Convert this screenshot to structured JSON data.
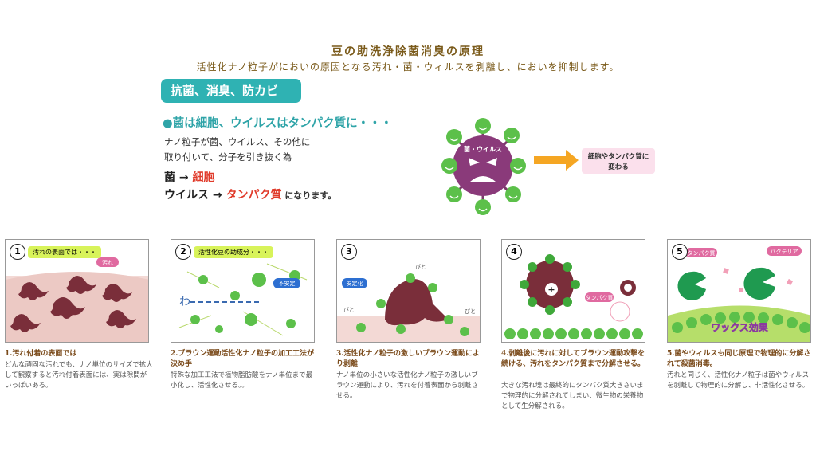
{
  "header": {
    "title": "豆の助洗浄除菌消臭の原理",
    "subtitle": "活性化ナノ粒子がにおいの原因となる汚れ・菌・ウィルスを剥離し、においを抑制します。"
  },
  "intro": {
    "tag": "抗菌、消臭、防カビ",
    "headline": "●菌は細胞、ウイルスはタンパク質に・・・",
    "desc_line1": "ナノ粒子が菌、ウイルス、その他に",
    "desc_line2": "取り付いて、分子を引き抜く為",
    "eq1_left": "菌 → ",
    "eq1_right": "細胞",
    "eq2_left": "ウイルス → ",
    "eq2_right": "タンパク質",
    "eq2_suffix": " になります。",
    "virus_label": "菌・ウイルス",
    "result_line1": "細胞やタンパク質に",
    "result_line2": "変わる"
  },
  "steps": [
    {
      "num": "1",
      "bubble": "汚れの表面では・・・",
      "label": "汚れ",
      "title": "1.汚れ付着の表面では",
      "body": "どんな頑固な汚れでも、ナノ単位のサイズで拡大して観察すると汚れ付着表面には、実は隙間がいっぱいある。"
    },
    {
      "num": "2",
      "bubble": "活性化豆の助成分・・・",
      "label": "不安定",
      "wave": "わ",
      "title": "2.ブラウン運動活性化ナノ粒子の加工工法が決め手",
      "body": "特殊な加工工法で植物脂肪酸をナノ単位まで最小化し、活性化させる。。"
    },
    {
      "num": "3",
      "label": "安定化",
      "pito1": "ぴと",
      "pito2": "ぴと",
      "pito3": "ぴと",
      "title": "3.活性化ナノ粒子の激しいブラウン運動により剥離",
      "body": "ナノ単位の小さいな活性化ナノ粒子の激しいブラウン運動により、汚れを付着表面から剥離させる。"
    },
    {
      "num": "4",
      "label": "タンパク質",
      "title": "4.剥離後に汚れに対してブラウン運動攻撃を続ける、汚れをタンパク質まで分解させる。",
      "body": "大きな汚れ塊は最終的にタンパク質大きさいまで物理的に分解されてしまい、微生物の栄養物として生分解される。"
    },
    {
      "num": "5",
      "label": "タンパク質",
      "label2": "バクテリア",
      "band": "ワックス効果",
      "title": "5.菌やウィルスも同じ原理で物理的に分解されて殺菌消毒。",
      "body": "汚れと同じく、活性化ナノ粒子は菌やウィルスを剥離して物理的に分解し、非活性化させる。"
    }
  ]
}
